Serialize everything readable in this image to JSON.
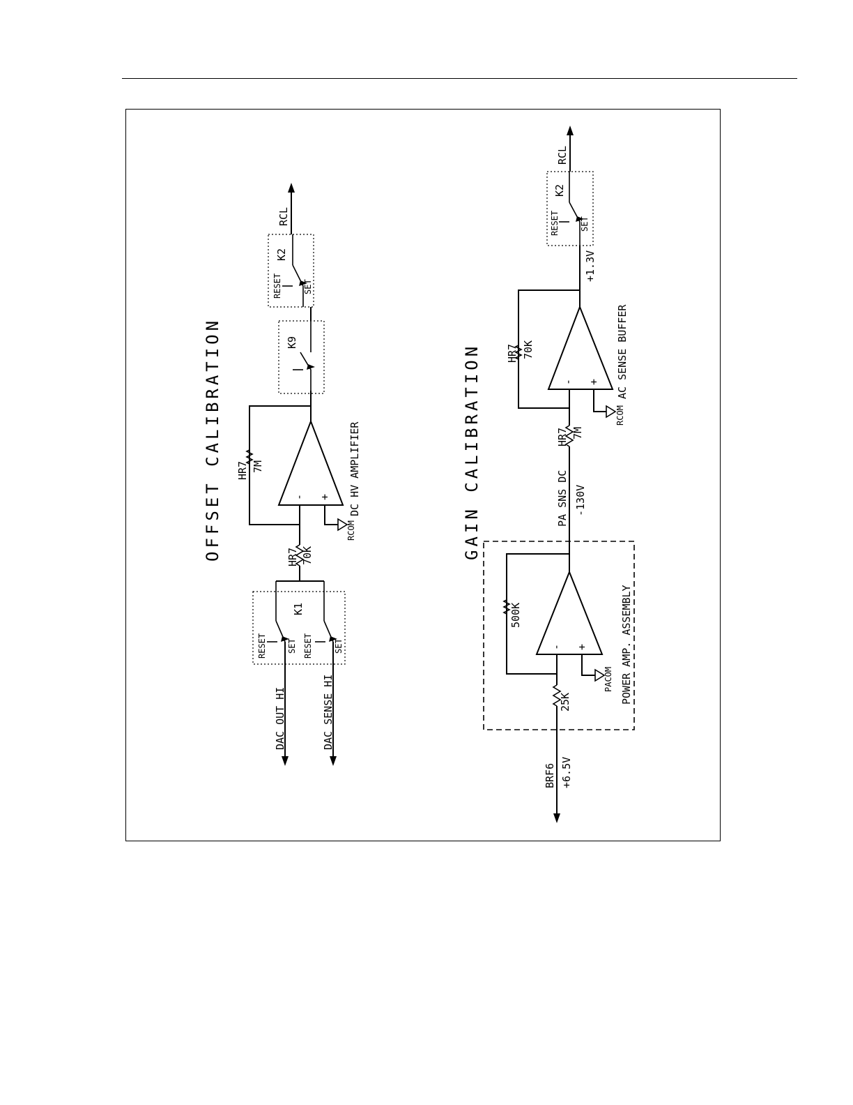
{
  "offset": {
    "title": "OFFSET CALIBRATION",
    "dac_out": "DAC OUT HI",
    "dac_sense": "DAC SENSE HI",
    "k1": {
      "name": "K1",
      "reset1": "RESET",
      "set1": "SET",
      "reset2": "RESET",
      "set2": "SET"
    },
    "r_in": {
      "ref": "HR7",
      "val": "70K"
    },
    "r_fb": {
      "ref": "HR7",
      "val": "7M"
    },
    "amp": {
      "label": "DC HV AMPLIFIER",
      "minus": "-",
      "plus": "+",
      "gnd": "RCOM"
    },
    "k9": {
      "name": "K9"
    },
    "k2": {
      "name": "K2",
      "reset": "RESET",
      "set": "SET"
    },
    "out": "RCL"
  },
  "gain": {
    "title": "GAIN CALIBRATION",
    "in_name": "BRF6",
    "in_volt": "+6.5V",
    "r_in": {
      "val": "25K"
    },
    "r_fb": {
      "val": "500K"
    },
    "amp": {
      "minus": "-",
      "plus": "+",
      "gnd": "PACOM"
    },
    "assembly": "POWER AMP. ASSEMBLY",
    "mid_name": "PA SNS DC",
    "mid_volt": "-130V",
    "r_mid": {
      "ref": "HR7",
      "val": "7M"
    },
    "r_fb2": {
      "ref": "HR7",
      "val": "70K"
    },
    "buffer": {
      "label": "AC SENSE BUFFER",
      "minus": "-",
      "plus": "+",
      "gnd": "RCOM"
    },
    "k2_volt": "+1.3V",
    "k2": {
      "name": "K2",
      "reset": "RESET",
      "set": "SET"
    },
    "out": "RCL"
  }
}
